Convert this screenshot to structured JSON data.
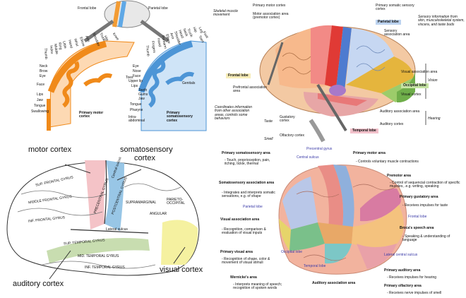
{
  "homunculus": {
    "top_labels": [
      "Frontal lobe",
      "Parietal lobe"
    ],
    "motor_parts": [
      "Hip",
      "Trunk",
      "Shoulder",
      "Arm",
      "Elbow",
      "Wrist",
      "Hand",
      "Little",
      "Ring",
      "Middle",
      "Index",
      "Thumb",
      "Neck",
      "Brow",
      "Eye",
      "Face",
      "Lips",
      "Jaw",
      "Tongue",
      "Swallowing",
      "Knee",
      "Toes"
    ],
    "sensory_parts": [
      "Genitals",
      "Foot",
      "Toes",
      "Leg",
      "Hip",
      "Trunk",
      "Neck",
      "Head",
      "Shoulder",
      "Arm",
      "Elbow",
      "Forearm",
      "Hand",
      "Fingers",
      "Thumb",
      "Eye",
      "Nose",
      "Face",
      "Upper lip",
      "Lips",
      "Teeth",
      "Gums",
      "Jaw",
      "Tongue",
      "Pharynx",
      "Intra-abdominal"
    ],
    "motor_caption": "Primary motor cortex",
    "sensory_caption": "Primary somatosensory cortex"
  },
  "lateral": {
    "labels": {
      "primary_motor": "Primary motor cortex",
      "motor_assoc": "Motor association area (premotor cortex)",
      "skeletal": "Skeletal muscle movement",
      "primary_somatic": "Primary somatic sensory cortex",
      "parietal": "Parietal lobe",
      "sensory_info": "Sensory information from skin, musculoskeletal system, viscera, and taste buds",
      "sensory_assoc": "Sensory association area",
      "frontal": "Frontal lobe",
      "prefrontal": "Prefrontal association area",
      "visual_assoc": "Visual association area",
      "occipital": "Occipital lobe",
      "vision": "Vision",
      "visual_cortex": "Visual cortex",
      "coordinates": "Coordinates information from other association areas, controls some behaviors",
      "taste": "Taste",
      "gustatory": "Gustatory cortex",
      "auditory_assoc": "Auditory association area",
      "auditory_cortex": "Auditory cortex",
      "hearing": "Hearing",
      "smell": "Smell",
      "olfactory": "Olfactory cortex",
      "temporal": "Temporal lobe"
    }
  },
  "gyri": {
    "motor": "motor cortex",
    "somato": "somatosensory cortex",
    "visual": "visual cortex",
    "auditory": "auditory cortex",
    "regions": [
      "SUP. FRONTAL GYRUS",
      "MIDDLE FRONTAL GYRUS",
      "INF. FRONTAL GYRUS",
      "PRECENTRAL GYRUS",
      "POSTCENTRAL GYRUS",
      "SUPRAMARGINAL",
      "ANGULAR",
      "PARIETO-OCCIPITAL",
      "SUP. TEMPORAL GYRUS",
      "MID. TEMPORAL GYRUS",
      "INF. TEMPORAL GYRUS",
      "Central sulcus",
      "Lateral sulcus"
    ]
  },
  "functional": {
    "psa": {
      "title": "Primary somatosensory area",
      "desc": "- Touch, proprioception, pain, itching, tickle, thermal"
    },
    "precentral": "Precentral gyrus",
    "central": "Central sulcus",
    "pma": {
      "title": "Primary motor area",
      "desc": "- Controls voluntary muscle contractions"
    },
    "ssa": {
      "title": "Somatosensory association area",
      "desc": "- Integrates and interprets somatic sensations, e.g. of shape"
    },
    "premotor": {
      "title": "Premotor area",
      "desc": "- Control of sequencial contraction of specific muscles, .e.g. writing, speaking"
    },
    "parietal": "Parietal lobe",
    "gustatory": {
      "title": "Primary gustatory area",
      "desc": "- Receives impulses for taste"
    },
    "frontal": "Frontal lobe",
    "vaa": {
      "title": "Visual association area",
      "desc": "- Recognition, comparison & evaluation of visual inputs"
    },
    "broca": {
      "title": "Broca's speech area",
      "desc": "- Speaking & understanding of language"
    },
    "pva": {
      "title": "Primary visual area",
      "desc": "- Recognition of shape, color & movement of visual stimuli"
    },
    "occipital": "Occipital lobe",
    "lateral_sulcus": "Lateral central sulcus",
    "temporal": "Temporal lobe",
    "wernicke": {
      "title": "Wernicke's area",
      "desc": "- Interprets meaning of speech; recognition of spoken words"
    },
    "auditory_assoc": "Auditory association area",
    "paa": {
      "title": "Primary auditory area",
      "desc": "- Receives impulses for hearing"
    },
    "olfactory": {
      "title": "Primary olfactory area",
      "desc": "- Receives nerve impulses of smell"
    }
  }
}
